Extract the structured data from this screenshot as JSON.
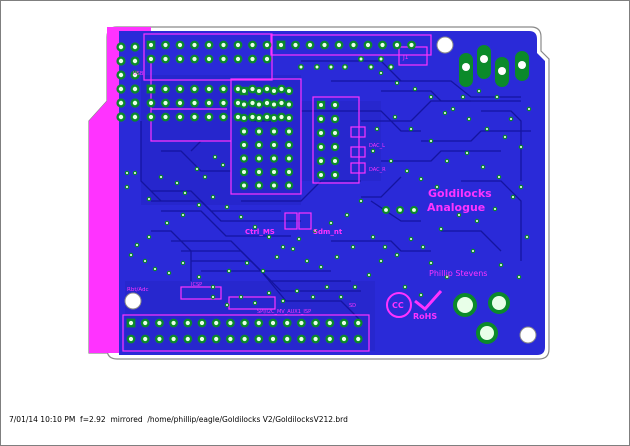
{
  "board": {
    "layer_colors": {
      "copper": "#2a2ad8",
      "copper_dark": "#1e1eb4",
      "silkscreen": "#ff33ff",
      "pad": "#0b8a2a",
      "pad_highlight": "#e8ffe8",
      "outline": "#8a8a8a"
    },
    "labels": {
      "title_line1": "Goldilocks",
      "title_line2": "Analogue",
      "author": "Phillip Stevens",
      "cc_logo": "CC",
      "rohs": "RoHS",
      "label_left": "Ctrl_MS",
      "label_mid": "Sdm_nt",
      "label_bottom_left": "Rbt/Adc",
      "label_bottom_mid": "SPI/I2C_MV_AUX1_ISP",
      "label_bottom_right": "ICSP",
      "label_j": "J1",
      "label_sd": "SD",
      "label_dac": "DAC_L",
      "label_dac_r": "DAC_R",
      "label_usb": "USB"
    }
  },
  "footer": {
    "text": "7/01/14 10:10 PM  f=2.92  mirrored  /home/phillip/eagle/Goldilocks V2/GoldilocksV212.brd"
  }
}
